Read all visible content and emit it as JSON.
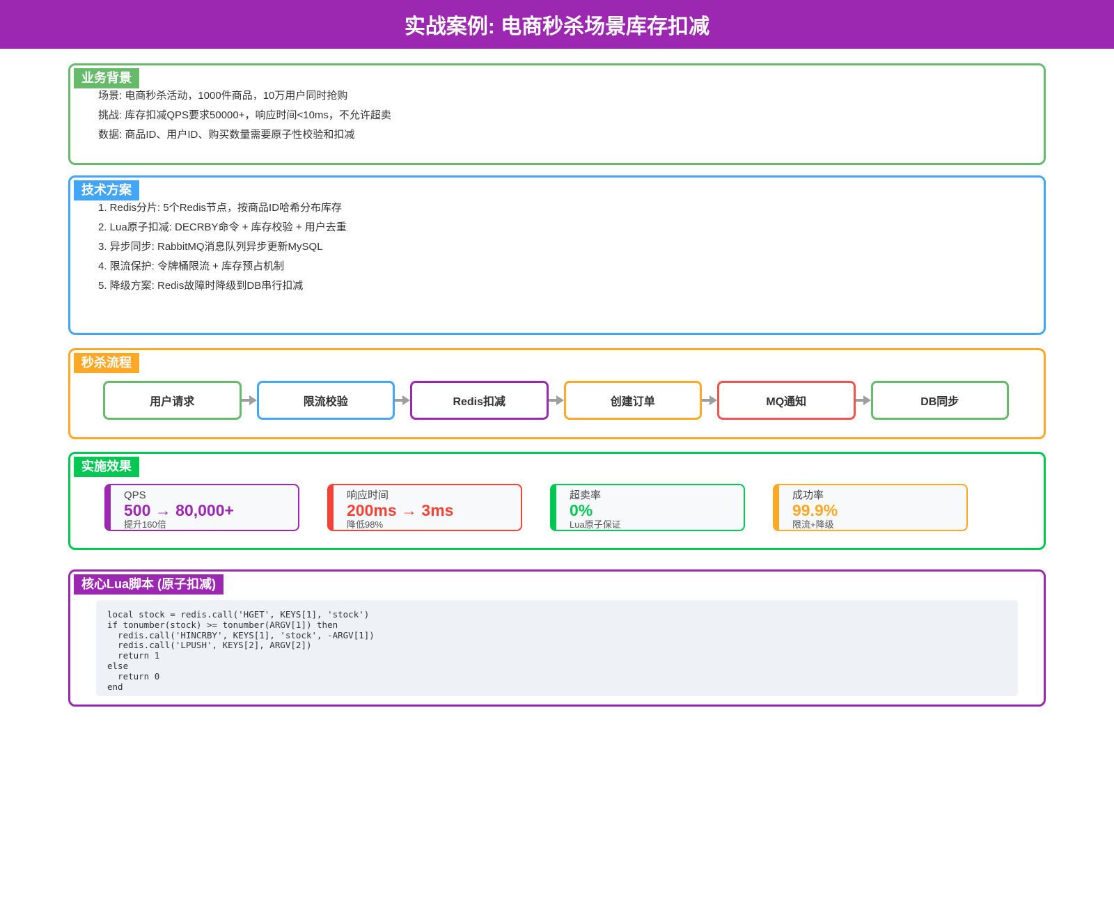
{
  "header": {
    "title": "实战案例: 电商秒杀场景库存扣减",
    "bg": "#9C27B0"
  },
  "sections": {
    "background": {
      "title": "业务背景",
      "color": "#66BB6A",
      "items": [
        "场景: 电商秒杀活动，1000件商品，10万用户同时抢购",
        "挑战: 库存扣减QPS要求50000+，响应时间<10ms，不允许超卖",
        "数据: 商品ID、用户ID、购买数量需要原子性校验和扣减"
      ]
    },
    "solution": {
      "title": "技术方案",
      "color": "#42A5F5",
      "items": [
        "1. Redis分片: 5个Redis节点，按商品ID哈希分布库存",
        "2. Lua原子扣减: DECRBY命令 + 库存校验 + 用户去重",
        "3. 异步同步: RabbitMQ消息队列异步更新MySQL",
        "4. 限流保护: 令牌桶限流 + 库存预占机制",
        "5. 降级方案: Redis故障时降级到DB串行扣减"
      ]
    },
    "flow": {
      "title": "秒杀流程",
      "color": "#FFA726",
      "arrow_color": "#9e9e9e",
      "steps": [
        {
          "label": "用户请求",
          "color": "#66BB6A"
        },
        {
          "label": "限流校验",
          "color": "#42A5F5"
        },
        {
          "label": "Redis扣减",
          "color": "#9C27B0"
        },
        {
          "label": "创建订单",
          "color": "#FFA726"
        },
        {
          "label": "MQ通知",
          "color": "#EF5350"
        },
        {
          "label": "DB同步",
          "color": "#66BB6A"
        }
      ]
    },
    "results": {
      "title": "实施效果",
      "color": "#00C853",
      "metrics": [
        {
          "label": "QPS",
          "value": "500 → 80,000+",
          "note": "提升160倍",
          "color": "#9C27B0"
        },
        {
          "label": "响应时间",
          "value": "200ms → 3ms",
          "note": "降低98%",
          "color": "#F44336"
        },
        {
          "label": "超卖率",
          "value": "0%",
          "note": "Lua原子保证",
          "color": "#00C853"
        },
        {
          "label": "成功率",
          "value": "99.9%",
          "note": "限流+降级",
          "color": "#FFA726"
        }
      ]
    },
    "script": {
      "title": "核心Lua脚本 (原子扣减)",
      "color": "#9C27B0",
      "code": "local stock = redis.call('HGET', KEYS[1], 'stock')\nif tonumber(stock) >= tonumber(ARGV[1]) then\n  redis.call('HINCRBY', KEYS[1], 'stock', -ARGV[1])\n  redis.call('LPUSH', KEYS[2], ARGV[2])\n  return 1\nelse\n  return 0\nend"
    }
  }
}
